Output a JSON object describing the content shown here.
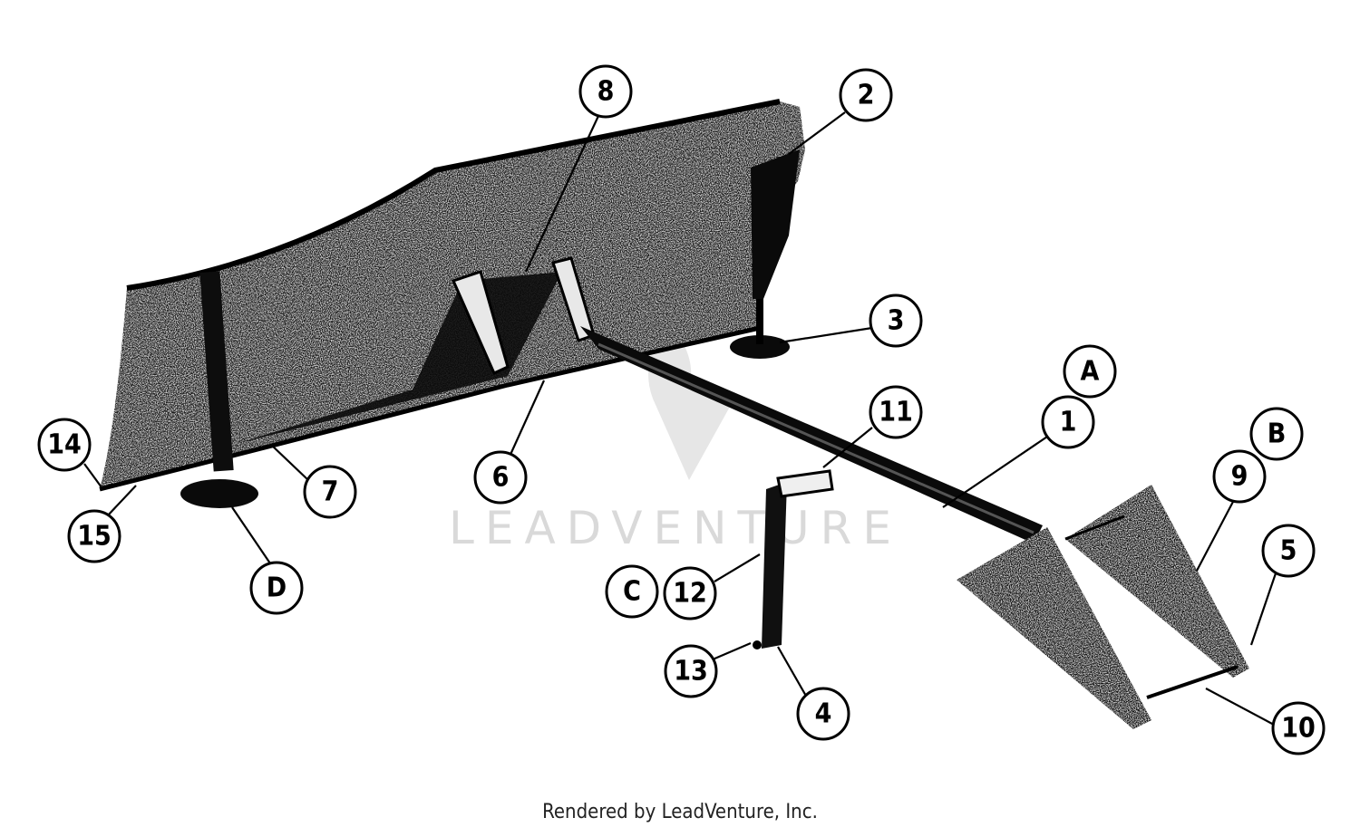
{
  "callouts": [
    {
      "label": "1"
    },
    {
      "label": "2"
    },
    {
      "label": "3"
    },
    {
      "label": "4"
    },
    {
      "label": "5"
    },
    {
      "label": "6"
    },
    {
      "label": "7"
    },
    {
      "label": "8"
    },
    {
      "label": "9"
    },
    {
      "label": "10"
    },
    {
      "label": "11"
    },
    {
      "label": "12"
    },
    {
      "label": "13"
    },
    {
      "label": "14"
    },
    {
      "label": "15"
    },
    {
      "label": "A"
    },
    {
      "label": "B"
    },
    {
      "label": "C"
    },
    {
      "label": "D"
    }
  ],
  "watermark": {
    "text": "LEADVENTURE"
  },
  "footer": {
    "text": "Rendered by LeadVenture, Inc."
  }
}
